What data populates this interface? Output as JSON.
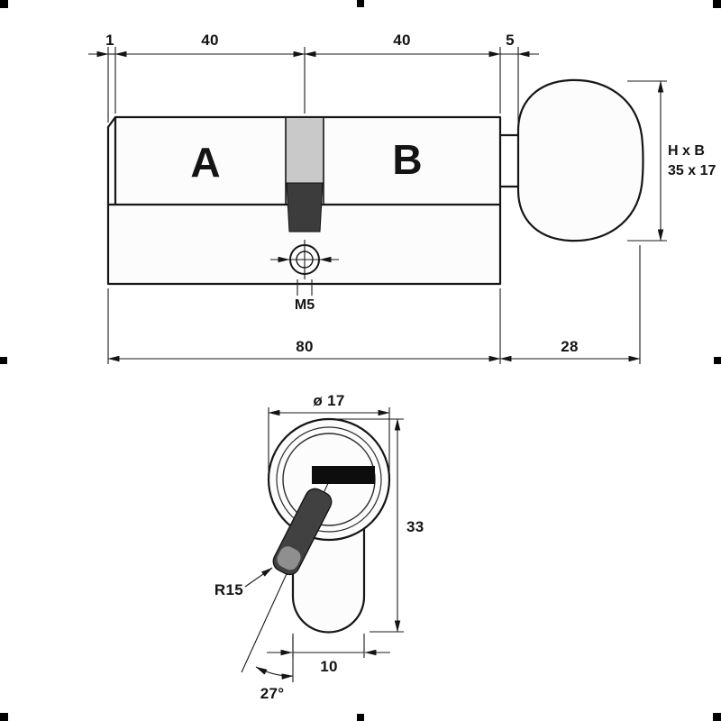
{
  "side_view": {
    "label_left_half": "A",
    "label_right_half": "B",
    "dim_chamfer": "1",
    "dim_left_half": "40",
    "dim_right_half": "40",
    "dim_neck": "5",
    "knob_dim_title": "H x B",
    "knob_dim_value": "35 x 17",
    "dim_screw": "M5",
    "dim_body_length": "80",
    "dim_knob_length": "28"
  },
  "front_view": {
    "dim_diameter": "ø 17",
    "dim_height": "33",
    "dim_radius": "R15",
    "dim_foot_width": "10",
    "dim_angle": "27°"
  }
}
